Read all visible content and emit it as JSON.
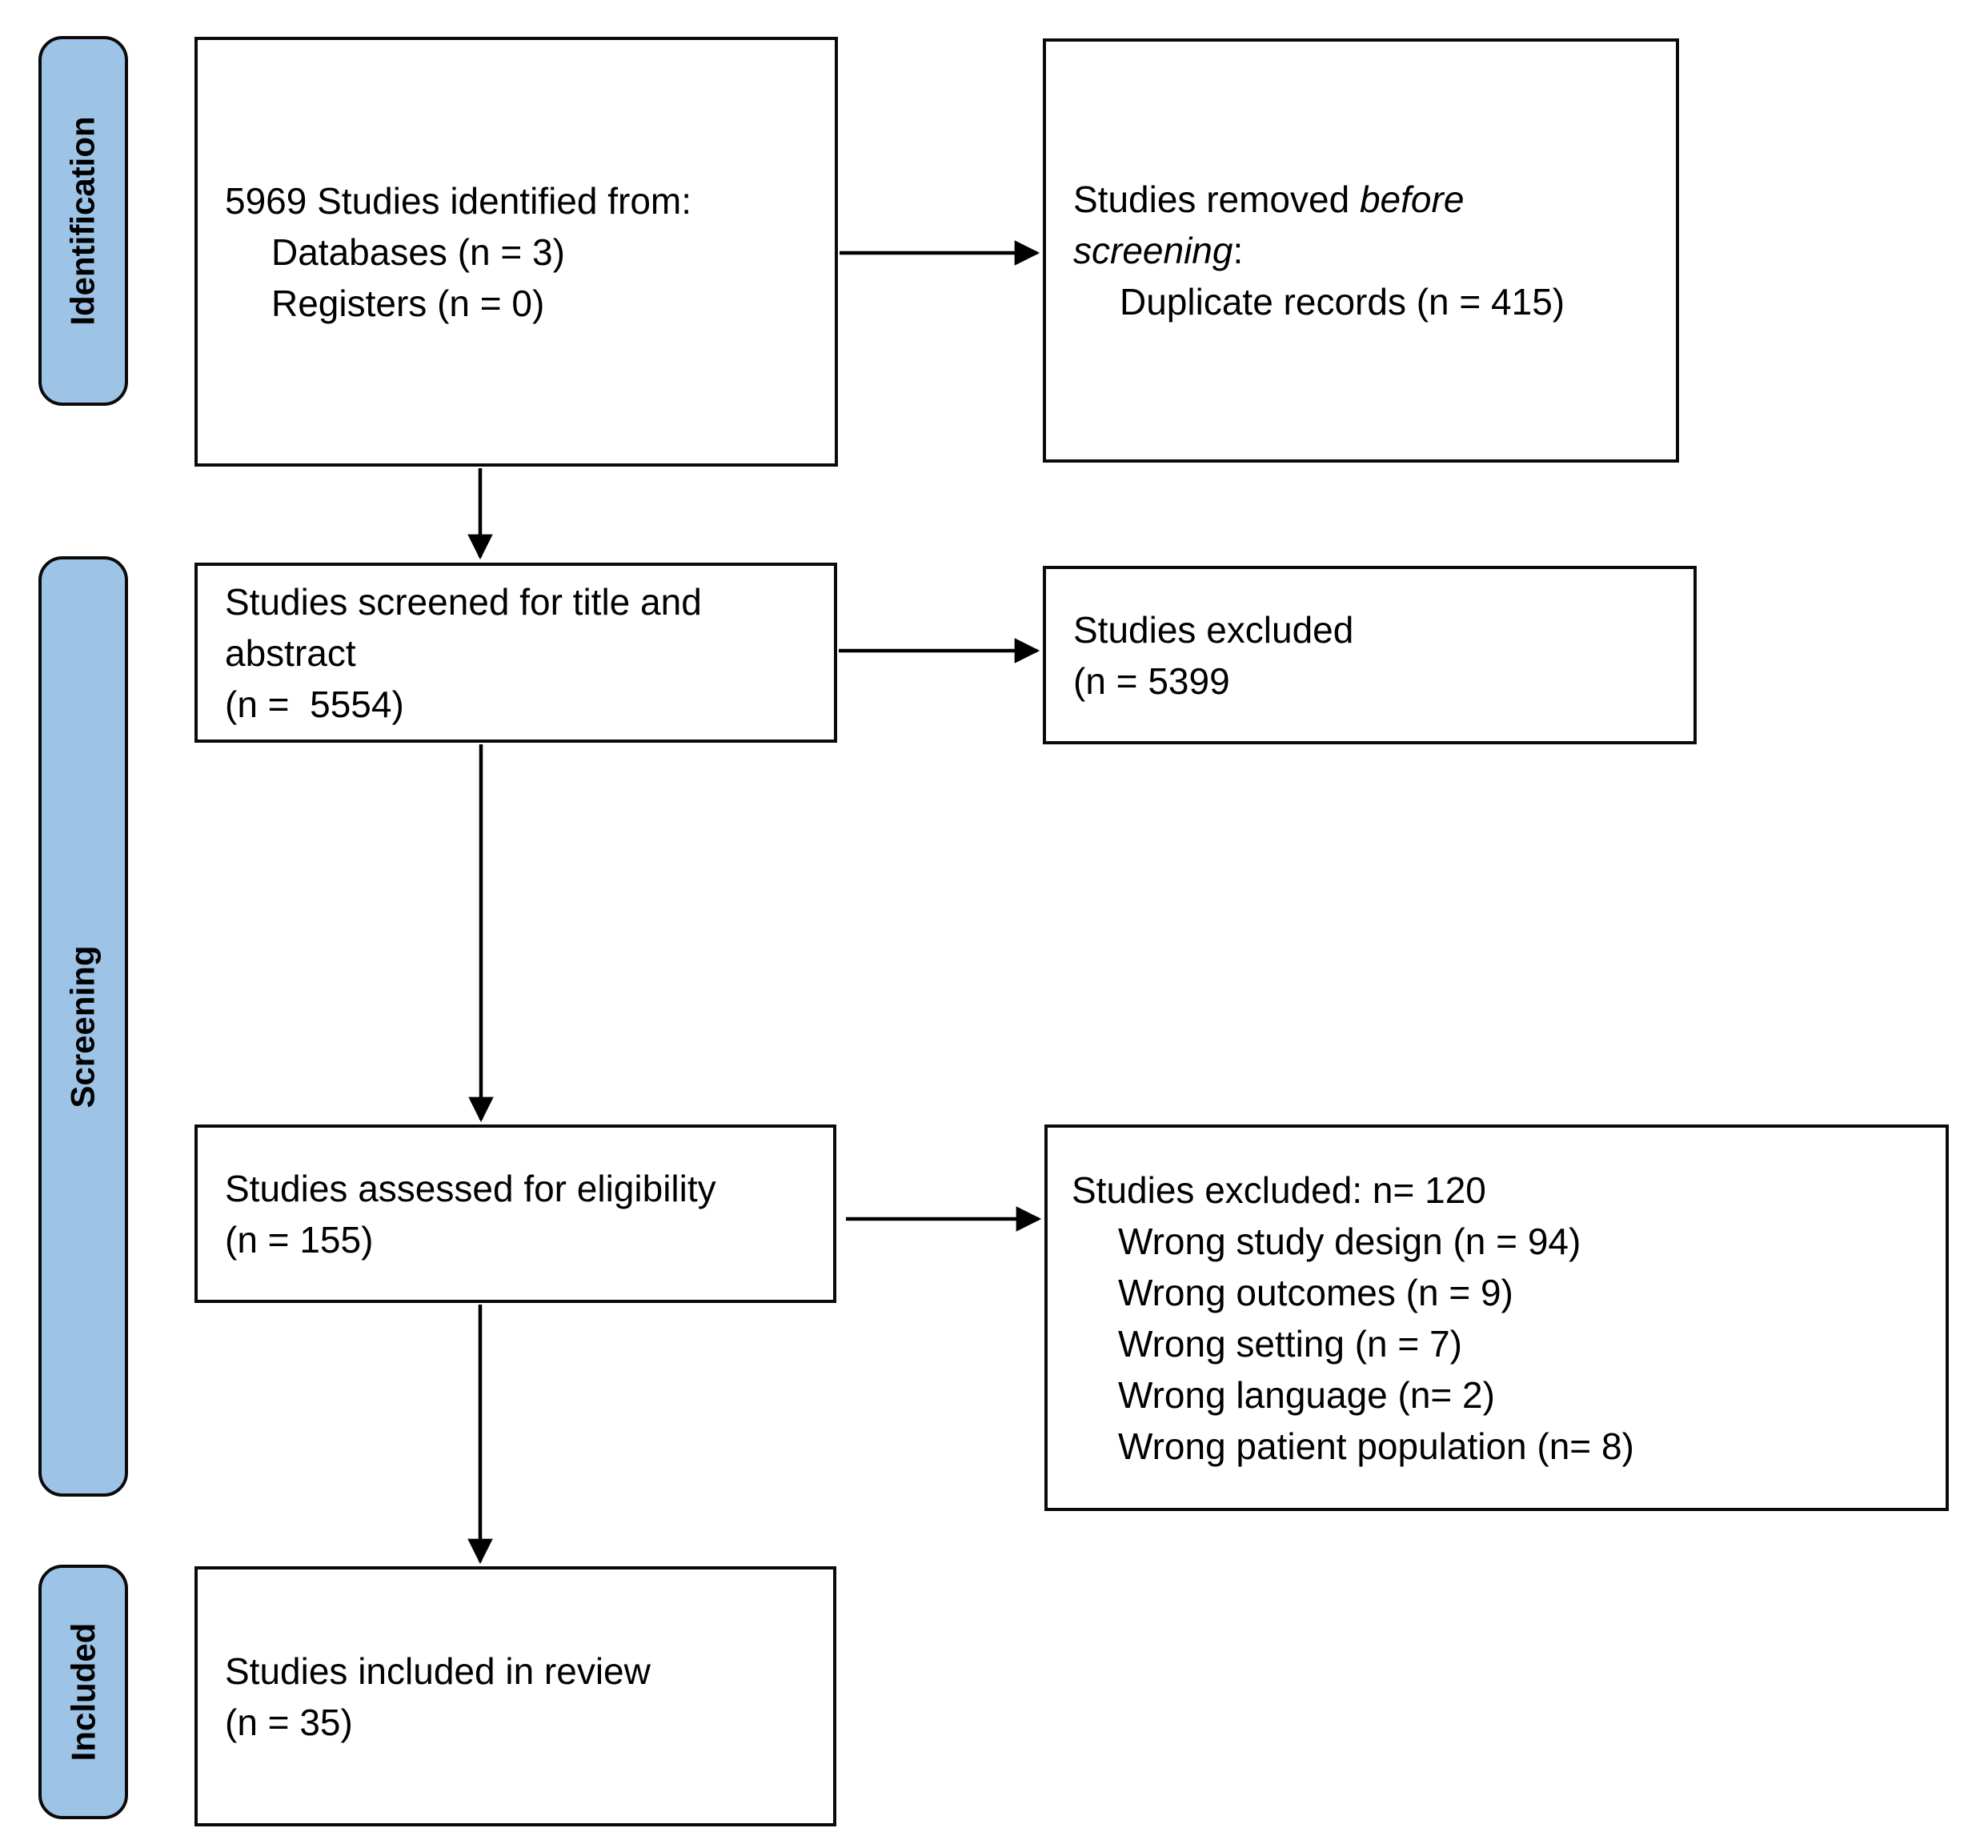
{
  "diagram_type": "PRISMA flow diagram",
  "colors": {
    "stage_fill": "#9dc3e6",
    "stage_border": "#0a0a0a",
    "box_border": "#0a0a0a",
    "arrow": "#000000",
    "background": "#ffffff",
    "text": "#000000"
  },
  "stages": [
    {
      "id": "identification",
      "label": "Identification"
    },
    {
      "id": "screening",
      "label": "Screening"
    },
    {
      "id": "included",
      "label": "Included"
    }
  ],
  "boxes": {
    "identified": {
      "lines": [
        {
          "text": "5969 Studies identified from:"
        },
        {
          "text": "Databases (n = 3)",
          "indent": true
        },
        {
          "text": "Registers (n = 0)",
          "indent": true
        }
      ]
    },
    "removed": {
      "lines": [
        {
          "parts": [
            {
              "text": "Studies removed "
            },
            {
              "text": "before",
              "italic": true
            }
          ]
        },
        {
          "parts": [
            {
              "text": "screening",
              "italic": true
            },
            {
              "text": ":"
            }
          ]
        },
        {
          "text": "Duplicate records (n = 415)",
          "indent": true
        }
      ]
    },
    "screened": {
      "lines": [
        {
          "text": "Studies screened for title and"
        },
        {
          "text": "abstract"
        },
        {
          "text": "(n =  5554)"
        }
      ]
    },
    "excluded_screening": {
      "lines": [
        {
          "text": "Studies excluded"
        },
        {
          "text": "(n = 5399"
        }
      ]
    },
    "assessed": {
      "lines": [
        {
          "text": "Studies assessed for eligibility"
        },
        {
          "text": "(n = 155)"
        }
      ]
    },
    "excluded_eligibility": {
      "lines": [
        {
          "text": "Studies excluded: n= 120"
        },
        {
          "text": "Wrong study design (n = 94)",
          "indent": true
        },
        {
          "text": "Wrong outcomes (n = 9)",
          "indent": true
        },
        {
          "text": "Wrong setting (n = 7)",
          "indent": true
        },
        {
          "text": "Wrong language (n= 2)",
          "indent": true
        },
        {
          "text": "Wrong patient population (n= 8)",
          "indent": true
        }
      ]
    },
    "included": {
      "lines": [
        {
          "text": "Studies included in review"
        },
        {
          "text": "(n = 35)"
        }
      ]
    }
  },
  "flows": [
    {
      "from": "identified",
      "to": "removed",
      "direction": "right"
    },
    {
      "from": "identified",
      "to": "screened",
      "direction": "down"
    },
    {
      "from": "screened",
      "to": "excluded_screening",
      "direction": "right"
    },
    {
      "from": "screened",
      "to": "assessed",
      "direction": "down"
    },
    {
      "from": "assessed",
      "to": "excluded_eligibility",
      "direction": "right"
    },
    {
      "from": "assessed",
      "to": "included",
      "direction": "down"
    }
  ]
}
